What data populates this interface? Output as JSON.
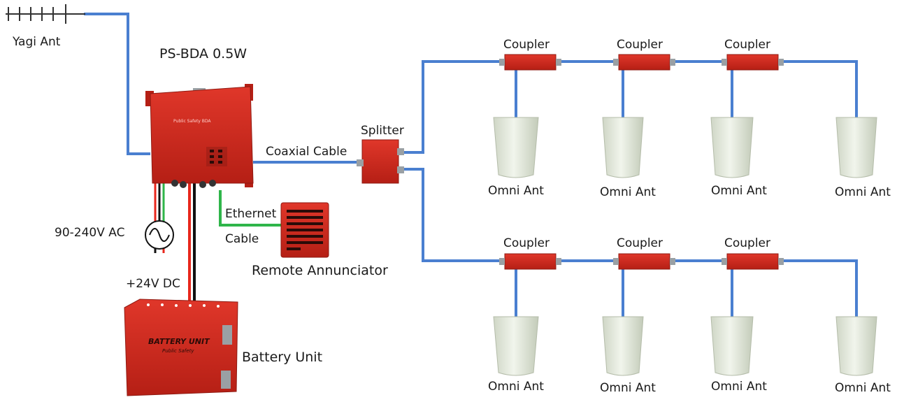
{
  "labels": {
    "yagi_ant": "Yagi Ant",
    "ps_bda": "PS-BDA 0.5W",
    "coaxial_cable": "Coaxial Cable",
    "splitter": "Splitter",
    "ethernet": "Ethernet",
    "cable": "Cable",
    "ac": "90-240V AC",
    "dc": "+24V DC",
    "remote_annunciator": "Remote Annunciator",
    "battery_unit": "Battery Unit",
    "coupler": "Coupler",
    "omni_ant": "Omni Ant"
  },
  "device_text": {
    "bda_face": "Public Safety BDA",
    "battery_face_title": "BATTERY UNIT",
    "battery_face_sub": "Public Safety"
  },
  "colors": {
    "coax": "#4a7fd0",
    "device_red": "#d42a1e",
    "device_dark": "#a81a12",
    "ethernet": "#2fb54a",
    "antenna": "#e6ecdf"
  },
  "couplers_per_row": 3,
  "omni_per_row": 4
}
